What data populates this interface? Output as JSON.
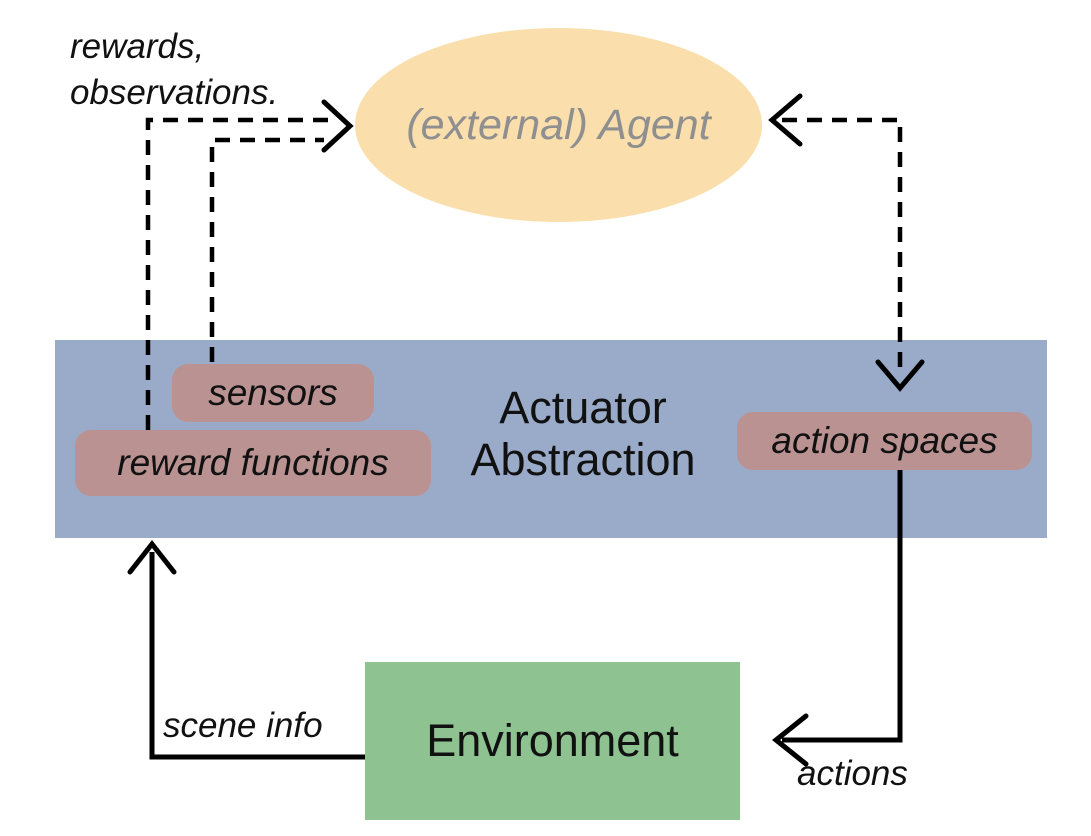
{
  "agent": {
    "label": "(external) Agent"
  },
  "actuator_band": {
    "title": "Actuator\nAbstraction",
    "pills": {
      "sensors": "sensors",
      "reward_functions": "reward functions",
      "action_spaces": "action spaces"
    }
  },
  "environment": {
    "label": "Environment"
  },
  "edge_labels": {
    "rewards_observations": "rewards,\nobservations.",
    "scene_info": "scene info",
    "actions": "actions"
  },
  "colors": {
    "agent_fill": "#fadfad",
    "agent_text": "#8f8f8f",
    "band_fill": "#9aabca",
    "pill_fill": "#ba9292",
    "env_fill": "#8fc291",
    "arrow": "#000000"
  }
}
